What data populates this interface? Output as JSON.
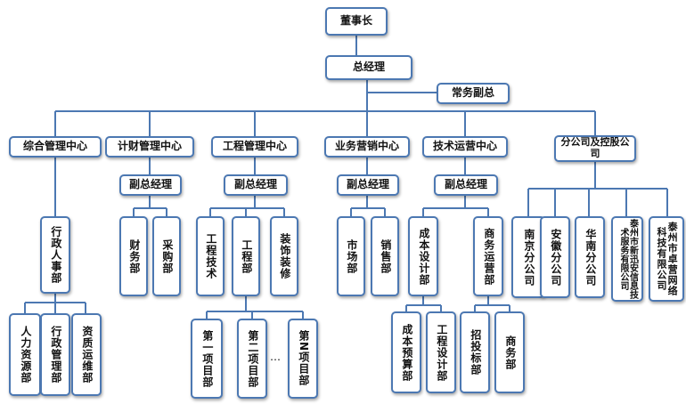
{
  "nodes": {
    "chairman": "董事长",
    "gm": "总经理",
    "evp": "常务副总",
    "c1": "综合管理中心",
    "c2": "计财管理中心",
    "c3": "工程管理中心",
    "c4": "业务营销中心",
    "c5": "技术运营中心",
    "c6": "分公司及控股公司",
    "vp2": "副总经理",
    "vp3": "副总经理",
    "vp4": "副总经理",
    "vp5": "副总经理",
    "hr_admin": "行政人事部",
    "hr": "人力资源部",
    "admin": "行政管理部",
    "qa": "资质运维部",
    "finance": "财务部",
    "purchase": "采购部",
    "eng_tech": "工程技术",
    "eng_dept": "工程部",
    "decor": "装饰装修",
    "proj1": "第一项目部",
    "proj2": "第二项目部",
    "projn": "第N项目部",
    "market": "市场部",
    "sales": "销售部",
    "cost_design": "成本设计部",
    "biz_ops": "商务运营部",
    "cost_budget": "成本预算部",
    "eng_design": "工程设计部",
    "bidding": "招投标部",
    "commerce": "商务部",
    "nanjing": "南京分公司",
    "anhui": "安徽分公司",
    "huanan": "华南分公司",
    "xintong": "泰州市新迅安信息技术服务有限公司",
    "zhuoying": "泰州市卓营网络科技有限公司"
  },
  "ellipsis": "…",
  "colors": {
    "line": "#4c78b2",
    "border": "#4c78b2"
  }
}
